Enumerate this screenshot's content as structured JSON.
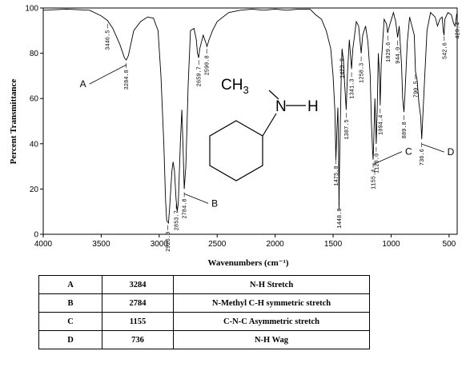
{
  "chart_data": {
    "type": "line",
    "xlabel": "Wavenumbers (cm⁻¹)",
    "ylabel": "Percent Transmittance",
    "xlim": [
      4000,
      430
    ],
    "ylim": [
      0,
      100
    ],
    "x_ticks": [
      4000,
      3500,
      3000,
      2500,
      2000,
      1500,
      1000,
      500
    ],
    "y_ticks": [
      0,
      20,
      40,
      60,
      80,
      100
    ],
    "grid": false,
    "series": [
      {
        "points": [
          [
            4000,
            99
          ],
          [
            3800,
            99.5
          ],
          [
            3600,
            99
          ],
          [
            3500,
            96.5
          ],
          [
            3446,
            94.5
          ],
          [
            3400,
            91
          ],
          [
            3340,
            84
          ],
          [
            3300,
            78
          ],
          [
            3284,
            77
          ],
          [
            3265,
            79
          ],
          [
            3220,
            90
          ],
          [
            3160,
            94
          ],
          [
            3100,
            96
          ],
          [
            3050,
            95.5
          ],
          [
            3010,
            90
          ],
          [
            2985,
            70
          ],
          [
            2960,
            40
          ],
          [
            2945,
            15
          ],
          [
            2935,
            6
          ],
          [
            2920,
            5
          ],
          [
            2910,
            12
          ],
          [
            2890,
            28
          ],
          [
            2880,
            32
          ],
          [
            2868,
            28
          ],
          [
            2855,
            16
          ],
          [
            2845,
            10
          ],
          [
            2835,
            14
          ],
          [
            2818,
            40
          ],
          [
            2805,
            55
          ],
          [
            2795,
            40
          ],
          [
            2784,
            20
          ],
          [
            2770,
            30
          ],
          [
            2750,
            66
          ],
          [
            2730,
            90
          ],
          [
            2700,
            91
          ],
          [
            2680,
            86
          ],
          [
            2670,
            80
          ],
          [
            2660,
            78
          ],
          [
            2650,
            82
          ],
          [
            2620,
            88
          ],
          [
            2600,
            85
          ],
          [
            2588,
            83
          ],
          [
            2570,
            86
          ],
          [
            2540,
            90
          ],
          [
            2500,
            94
          ],
          [
            2400,
            98
          ],
          [
            2300,
            99
          ],
          [
            2200,
            99.5
          ],
          [
            2100,
            99
          ],
          [
            2000,
            99.5
          ],
          [
            1900,
            99
          ],
          [
            1800,
            99.5
          ],
          [
            1700,
            99.5
          ],
          [
            1650,
            97
          ],
          [
            1600,
            95
          ],
          [
            1560,
            90
          ],
          [
            1520,
            82
          ],
          [
            1500,
            70
          ],
          [
            1485,
            55
          ],
          [
            1476,
            33
          ],
          [
            1466,
            48
          ],
          [
            1459,
            56
          ],
          [
            1453,
            35
          ],
          [
            1449,
            11
          ],
          [
            1445,
            30
          ],
          [
            1430,
            70
          ],
          [
            1423,
            82
          ],
          [
            1410,
            76
          ],
          [
            1400,
            66
          ],
          [
            1387,
            55
          ],
          [
            1375,
            72
          ],
          [
            1360,
            86
          ],
          [
            1341,
            73
          ],
          [
            1330,
            82
          ],
          [
            1300,
            94
          ],
          [
            1280,
            92
          ],
          [
            1258,
            80
          ],
          [
            1245,
            88
          ],
          [
            1220,
            92
          ],
          [
            1200,
            85
          ],
          [
            1180,
            70
          ],
          [
            1170,
            50
          ],
          [
            1160,
            37
          ],
          [
            1155,
            33
          ],
          [
            1150,
            40
          ],
          [
            1140,
            60
          ],
          [
            1128,
            40
          ],
          [
            1120,
            55
          ],
          [
            1110,
            80
          ],
          [
            1100,
            70
          ],
          [
            1094,
            57
          ],
          [
            1085,
            75
          ],
          [
            1060,
            95
          ],
          [
            1040,
            93
          ],
          [
            1030,
            89
          ],
          [
            1015,
            92
          ],
          [
            980,
            98
          ],
          [
            960,
            94
          ],
          [
            944,
            87
          ],
          [
            930,
            92
          ],
          [
            910,
            75
          ],
          [
            900,
            60
          ],
          [
            889,
            54
          ],
          [
            880,
            62
          ],
          [
            860,
            85
          ],
          [
            840,
            96
          ],
          [
            800,
            88
          ],
          [
            790,
            72
          ],
          [
            775,
            68
          ],
          [
            760,
            58
          ],
          [
            745,
            52
          ],
          [
            736,
            42
          ],
          [
            728,
            50
          ],
          [
            710,
            70
          ],
          [
            690,
            90
          ],
          [
            660,
            98
          ],
          [
            620,
            96
          ],
          [
            600,
            92
          ],
          [
            580,
            95
          ],
          [
            560,
            96
          ],
          [
            550,
            90
          ],
          [
            543,
            88
          ],
          [
            536,
            95
          ],
          [
            510,
            98
          ],
          [
            480,
            97
          ],
          [
            460,
            93
          ],
          [
            448,
            92
          ],
          [
            435,
            97
          ],
          [
            430,
            98
          ]
        ]
      }
    ],
    "peak_labels": [
      {
        "text": "3446.5",
        "x": 3446
      },
      {
        "text": "3284.8",
        "x": 3284
      },
      {
        "text": "2926.0",
        "x": 2926
      },
      {
        "text": "2853.7",
        "x": 2853
      },
      {
        "text": "2784.8",
        "x": 2784
      },
      {
        "text": "2659.7",
        "x": 2659
      },
      {
        "text": "2590.8",
        "x": 2590
      },
      {
        "text": "1475.0",
        "x": 1475
      },
      {
        "text": "1448.8",
        "x": 1448
      },
      {
        "text": "1423.2",
        "x": 1423
      },
      {
        "text": "1387.5",
        "x": 1387
      },
      {
        "text": "1341.3",
        "x": 1341
      },
      {
        "text": "1258.3",
        "x": 1258
      },
      {
        "text": "1155.4",
        "x": 1155
      },
      {
        "text": "1128.0",
        "x": 1128
      },
      {
        "text": "1094.4",
        "x": 1094
      },
      {
        "text": "1029.6",
        "x": 1029
      },
      {
        "text": "944.0",
        "x": 944
      },
      {
        "text": "889.8",
        "x": 889
      },
      {
        "text": "790.5",
        "x": 790
      },
      {
        "text": "736.6",
        "x": 736
      },
      {
        "text": "542.6",
        "x": 542
      },
      {
        "text": "429.4",
        "x": 429
      }
    ],
    "annotations": [
      {
        "text": "A",
        "x": 3284
      },
      {
        "text": "B",
        "x": 2784
      },
      {
        "text": "C",
        "x": 1155
      },
      {
        "text": "D",
        "x": 736
      }
    ],
    "structure": {
      "ch3": "CH",
      "sub3": "3",
      "n": "N",
      "h": "H"
    }
  },
  "table": {
    "rows": [
      [
        "A",
        "3284",
        "N-H Stretch"
      ],
      [
        "B",
        "2784",
        "N-Methyl C-H  symmetric stretch"
      ],
      [
        "C",
        "1155",
        "C-N-C Asymmetric stretch"
      ],
      [
        "D",
        "736",
        "N-H Wag"
      ]
    ]
  }
}
